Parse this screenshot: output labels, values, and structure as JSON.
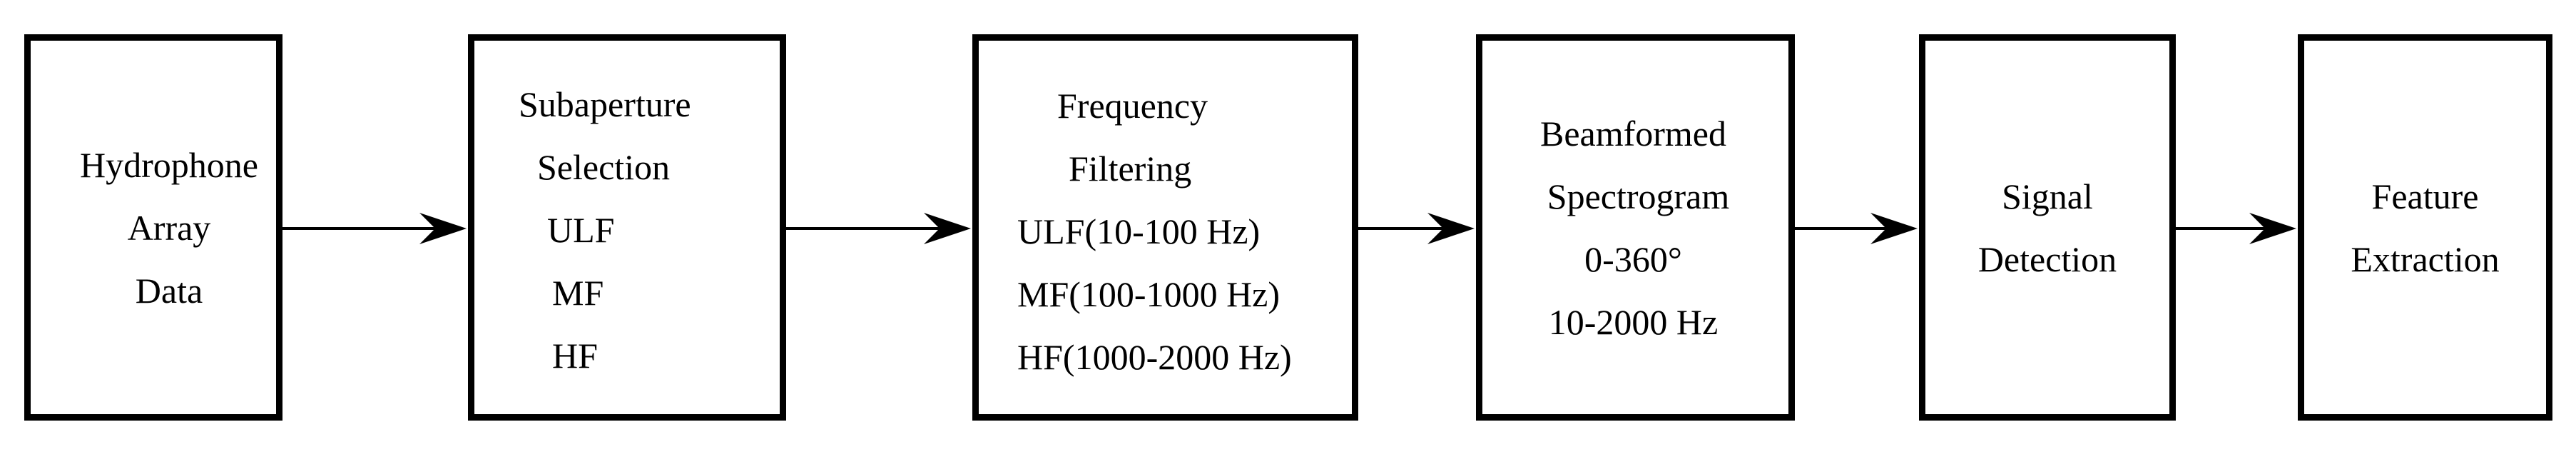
{
  "diagram": {
    "blocks": [
      {
        "id": "hydrophone-array-data",
        "lines": [
          "Hydrophone",
          "Array",
          "Data"
        ]
      },
      {
        "id": "subaperture-selection",
        "lines": [
          "Subaperture",
          "Selection",
          "ULF",
          "MF",
          "HF"
        ]
      },
      {
        "id": "frequency-filtering",
        "lines": [
          "Frequency",
          "Filtering",
          "ULF(10-100 Hz)",
          "MF(100-1000 Hz)",
          "HF(1000-2000 Hz)"
        ]
      },
      {
        "id": "beamformed-spectrogram",
        "lines": [
          "Beamformed",
          "Spectrogram",
          "0-360°",
          "10-2000 Hz"
        ]
      },
      {
        "id": "signal-detection",
        "lines": [
          "Signal",
          "Detection"
        ]
      },
      {
        "id": "feature-extraction",
        "lines": [
          "Feature",
          "Extraction"
        ]
      }
    ],
    "connections": [
      {
        "from": "hydrophone-array-data",
        "to": "subaperture-selection"
      },
      {
        "from": "subaperture-selection",
        "to": "frequency-filtering"
      },
      {
        "from": "frequency-filtering",
        "to": "beamformed-spectrogram"
      },
      {
        "from": "beamformed-spectrogram",
        "to": "signal-detection"
      },
      {
        "from": "signal-detection",
        "to": "feature-extraction"
      }
    ],
    "colors": {
      "stroke": "#000000",
      "fill": "#ffffff",
      "text": "#000000"
    }
  }
}
